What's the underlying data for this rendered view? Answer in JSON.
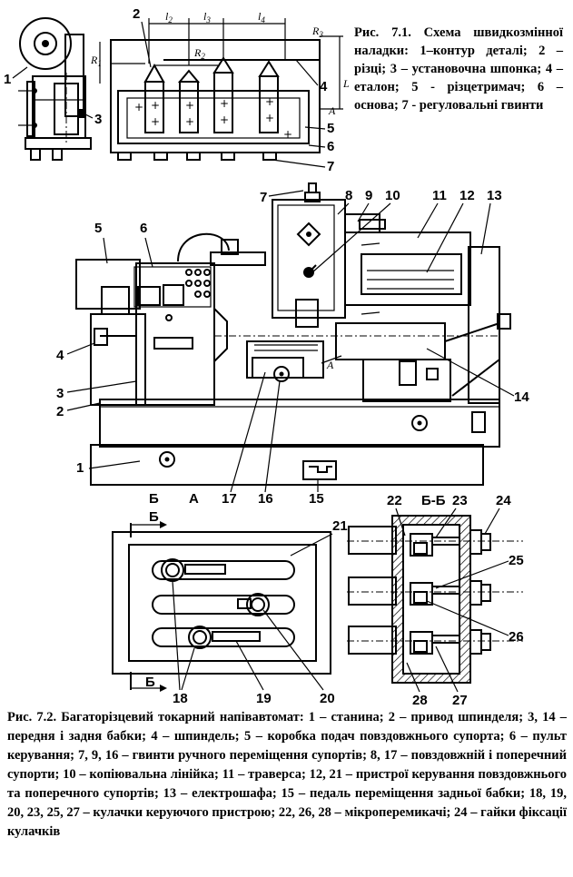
{
  "caption_top": "Рис. 7.1. Схема швидкозмінної наладки: 1–контур деталі; 2 – різці; 3 – установочна шпонка; 4 – еталон; 5 - різцетримач; 6 – основа; 7 - регуловальні гвинти",
  "caption_bottom": "Рис. 7.2. Багаторізцевий токарний напівавтомат: 1 – станина; 2 – привод шпинделя; 3, 14 – передня і задня бабки; 4 – шпиндель; 5 – коробка подач повздовжнього супорта; 6 – пульт керування; 7, 9, 16 – гвинти ручного переміщення супортів; 8, 17 – повздовжній і поперечний супорти; 10 – копіювальна лінійка; 11 – траверса; 12, 21 – пристрої керування повздовжнього та поперечного супортів; 13 – електрошафа; 15 – педаль переміщення задньої бабки; 18, 19, 20, 23, 25, 27 – кулачки керуючого пристрою; 22, 26, 28 – мікроперемикачі; 24 – гайки фіксації кулачків",
  "fig1": {
    "labels": {
      "n1": "1",
      "n2": "2",
      "n3": "3",
      "n4": "4",
      "n5": "5",
      "n6": "6",
      "n7": "7"
    },
    "dims": {
      "l2": "l",
      "l2s": "2",
      "l3": "l",
      "l3s": "3",
      "l4": "l",
      "l4s": "4",
      "R1": "R",
      "R1s": "1",
      "R2": "R",
      "R2s": "2",
      "R3": "R",
      "R3s": "3",
      "L": "L",
      "A": "A"
    }
  },
  "fig2": {
    "labels": {
      "n1": "1",
      "n2": "2",
      "n3": "3",
      "n4": "4",
      "n5": "5",
      "n6": "6",
      "n7": "7",
      "n8": "8",
      "n9": "9",
      "n10": "10",
      "n11": "11",
      "n12": "12",
      "n13": "13",
      "n14": "14",
      "n15": "15",
      "n16": "16",
      "n17": "17",
      "B_left": "Б",
      "A_bottom": "А",
      "A_arrow": "A"
    }
  },
  "fig3": {
    "labels": {
      "n18": "18",
      "n19": "19",
      "n20": "20",
      "n21": "21",
      "B_top": "Б",
      "B_bottom": "Б"
    }
  },
  "fig4": {
    "labels": {
      "title": "Б-Б",
      "n22": "22",
      "n23": "23",
      "n24": "24",
      "n25": "25",
      "n26": "26",
      "n27": "27",
      "n28": "28"
    }
  }
}
